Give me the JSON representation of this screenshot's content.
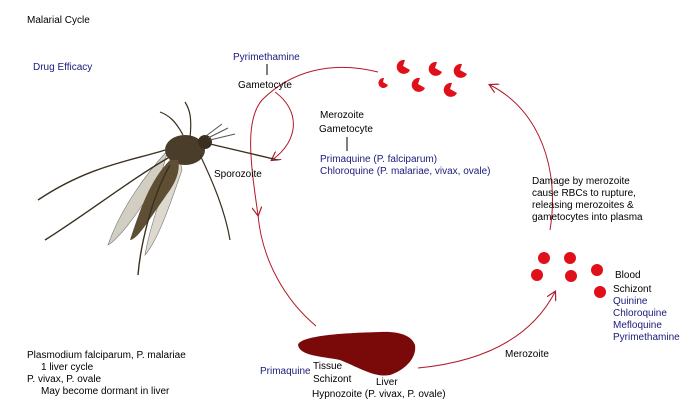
{
  "title": "Malarial Cycle",
  "subtitle": "Drug Efficacy",
  "colors": {
    "drug_text": "#1b1b7a",
    "cycle_line": "#b01a2a",
    "rbc": "#e0101a",
    "liver": "#7a0a0a",
    "mosquito": "#4a3e2a"
  },
  "labels": {
    "pyrimethamine_top": "Pyrimethamine",
    "gametocyte_top": "Gametocyte",
    "merozoite_mid": "Merozoite",
    "gametocyte_mid": "Gametocyte",
    "sporozoite": "Sporozoite",
    "merozoite_bottom": "Merozoite",
    "primaquine_liver": "Primaquine",
    "tissue": "Tissue",
    "schizont_liver": "Schizont",
    "liver": "Liver",
    "hypnozoite": "Hypnozoite (P. vivax, P. ovale)",
    "blood": "Blood",
    "schizont_blood": "Schizont"
  },
  "drugs_middle": [
    "Primaquine (P. falciparum)",
    "Chloroquine (P. malariae, vivax, ovale)"
  ],
  "drugs_blood": [
    "Quinine",
    "Chloroquine",
    "Mefloquine",
    "Pyrimethamine"
  ],
  "damage_note": [
    "Damage by merozoite",
    "cause RBCs to rupture,",
    "releasing merozoites &",
    "gametocytes into plasma"
  ],
  "species_note": [
    "Plasmodium falciparum, P. malariae",
    "1 liver cycle",
    "P. vivax, P. ovale",
    "May become dormant in liver"
  ]
}
